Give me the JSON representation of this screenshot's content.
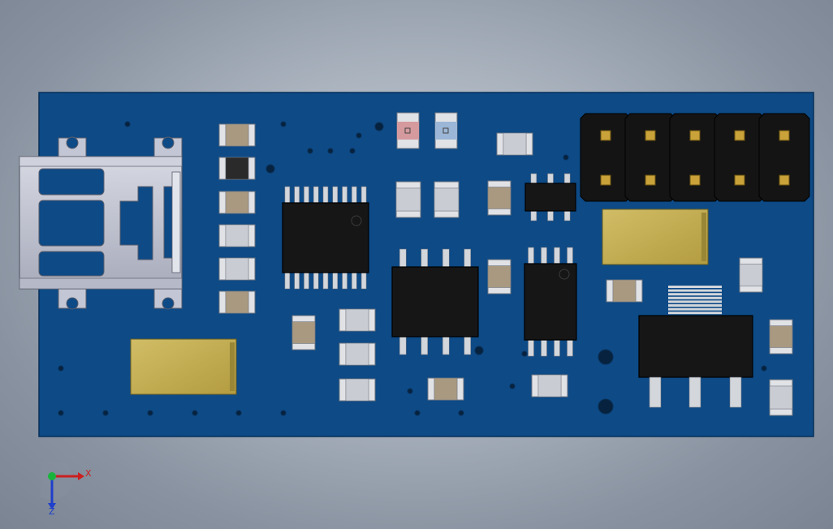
{
  "viewport": {
    "background_top": "#c7cfd8",
    "background_bottom": "#7a8493"
  },
  "pcb": {
    "board_color": "#0d4a86",
    "board_edge_color": "#06305a",
    "chip_color": "#161616",
    "pin_color": "#d3d6db",
    "smd_body_color": "#a89980",
    "smd_end_color": "#e0e2e6",
    "cap_gold_color": "#c4ad52",
    "header_pad_color": "#c9a23a",
    "usb_connector_color": "#c3c6d4",
    "led_red_color": "#d49a9e",
    "led_blue_color": "#9bb6d6",
    "pin_header_count": 10
  },
  "triad": {
    "x_label": "X",
    "z_label": "Z",
    "x_color": "#cc1f1f",
    "y_color": "#19b43c",
    "z_color": "#1f3fcc"
  }
}
